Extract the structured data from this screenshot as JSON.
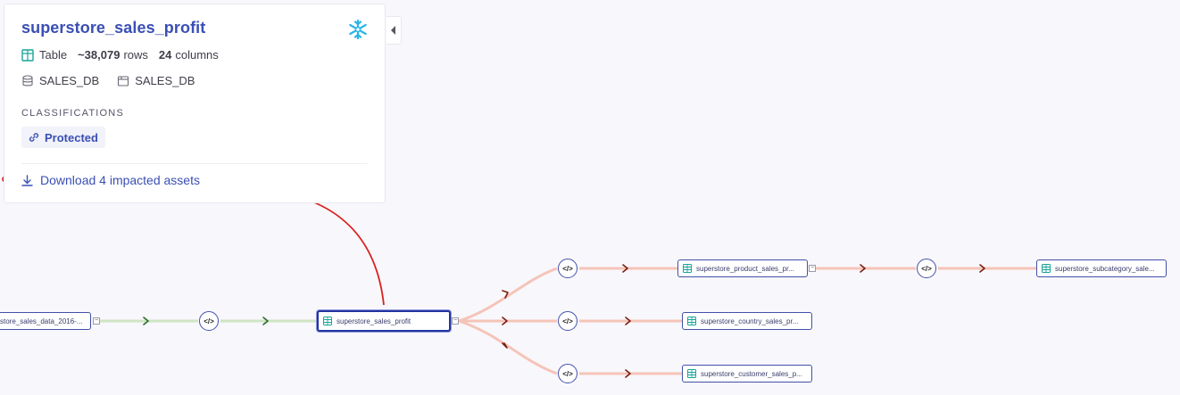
{
  "asset": {
    "title": "superstore_sales_profit",
    "type_label": "Table",
    "rows": "~38,079",
    "rows_label": "rows",
    "columns": "24",
    "columns_label": "columns",
    "database": "SALES_DB",
    "schema": "SALES_DB"
  },
  "classifications": {
    "label": "CLASSIFICATIONS",
    "items": [
      "Protected"
    ]
  },
  "download_label": "Download 4 impacted assets",
  "process_label": "</>",
  "lineage": {
    "source": "store_sales_data_2016-...",
    "selected": "superstore_sales_profit",
    "downstream": [
      "superstore_product_sales_pr...",
      "superstore_country_sales_pr...",
      "superstore_customer_sales_p...",
      "superstore_subcategory_sale..."
    ]
  },
  "colors": {
    "accent": "#3a4fb5",
    "upstream_edge": "#cfe5c3",
    "downstream_edge": "#f5c4b8",
    "annotation": "#d9201c",
    "snowflake": "#29b5e8",
    "table_icon": "#1aa39a"
  }
}
